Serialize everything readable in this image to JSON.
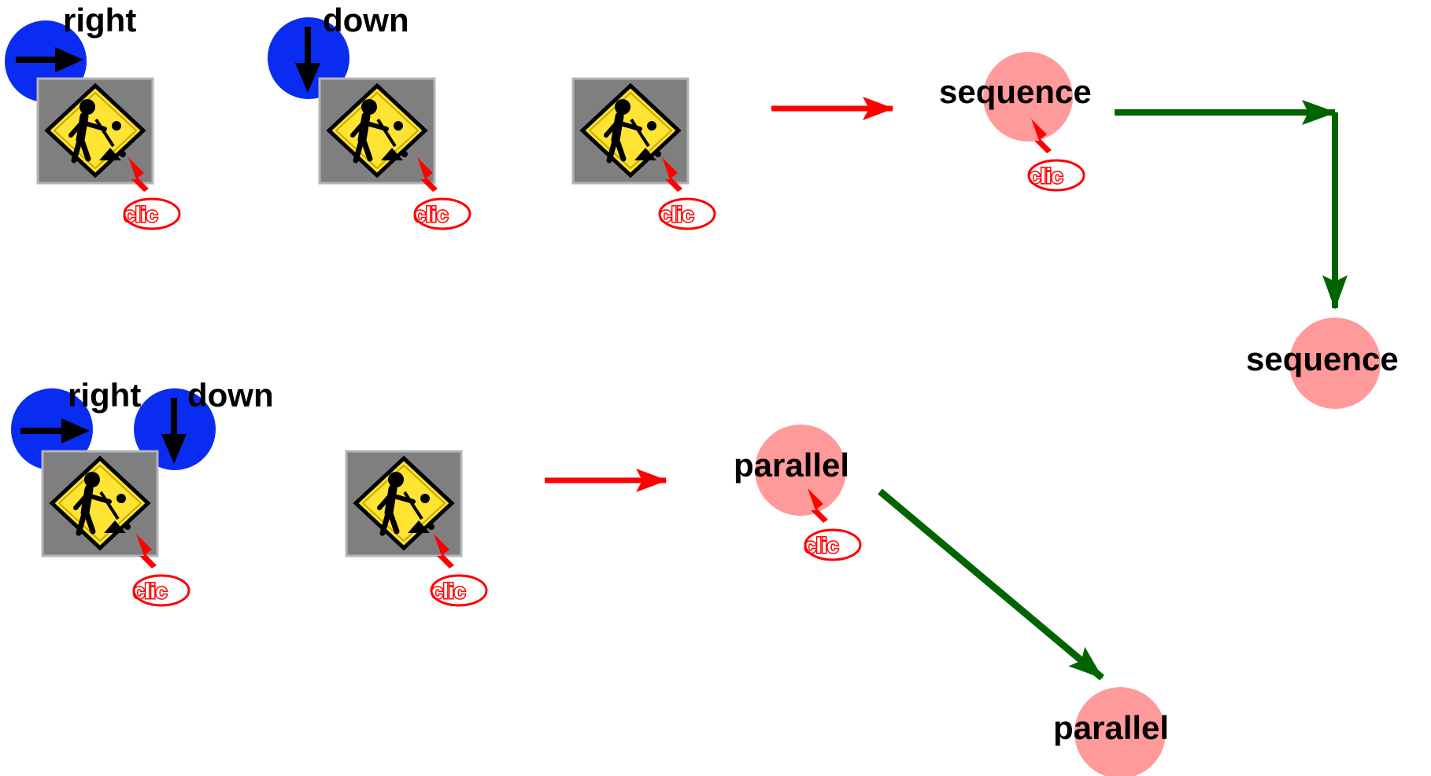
{
  "labels": {
    "right": "right",
    "down": "down",
    "sequence": "sequence",
    "parallel": "parallel",
    "clic": "clic"
  },
  "icons": {
    "tool": "construction-worker-sign-icon",
    "right_arrow": "arrow-right-icon",
    "down_arrow": "arrow-down-icon",
    "click": "click-pointer-icon"
  },
  "colors": {
    "direction_circle": "#0a2cf0",
    "state_circle": "#ff9a9a",
    "transition_arrow": "#ff0000",
    "flow_arrow": "#006400",
    "clic": "#ff0000",
    "tile_bg": "#7f7f7f",
    "sign_yellow": "#ffe433"
  }
}
